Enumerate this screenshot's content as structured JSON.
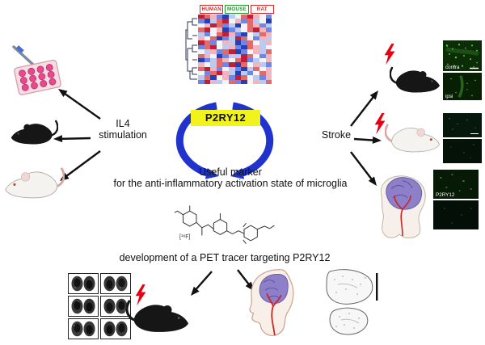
{
  "heatmap": {
    "groups": [
      {
        "label": "HUMAN",
        "color": "#d42a2a"
      },
      {
        "label": "MOUSE",
        "color": "#1f9e2c"
      },
      {
        "label": "RAT",
        "color": "#d42a2a"
      }
    ],
    "palette": {
      "r": "#e36a6a",
      "R": "#c01f35",
      "b": "#6d86e8",
      "B": "#2341b5",
      "w": "#f4f4f7",
      "p": "#f0b6bf",
      "l": "#bccaf2"
    },
    "rows": [
      "RrpbBlwrRpwb",
      "bBlrRwpbrlwB",
      "wpRrblBwrpbl",
      "rRwpBblwrRpb",
      "lbwrRpbBwlrp",
      "pwrBblRrwbpl",
      "RrbwplBbrwlp",
      "brRwlpbBrplw",
      "wlpbrRBbwplr",
      "rpwBbllRrwbp",
      "BblrpwrRblwp",
      "pwlrbRBrwplb",
      "rRpbwlbBlrwp",
      "wbrRplBlbwrp",
      "lrBwpbRrwlbp",
      "bRplwrbBwplr"
    ]
  },
  "center": {
    "gene": "P2RY12",
    "gene_bg": "#f2f21c",
    "marker_line1": "Useful marker",
    "marker_line2": "for the anti-inflammatory activation state of microglia",
    "isotope": "[¹⁸F]",
    "pet_text": "development of a PET tracer targeting P2RY12"
  },
  "left": {
    "label_line1": "IL4",
    "label_line2": "stimulation"
  },
  "right": {
    "label": "Stroke",
    "micrographs": [
      {
        "label": "contra"
      },
      {
        "label": "ipsi"
      },
      {
        "label": ""
      },
      {
        "label": ""
      },
      {
        "label": "P2RY12"
      },
      {
        "label": ""
      }
    ]
  },
  "colors": {
    "cycle_arrow": "#2033cc",
    "arrow": "#111111",
    "lightning": "#e60012"
  }
}
